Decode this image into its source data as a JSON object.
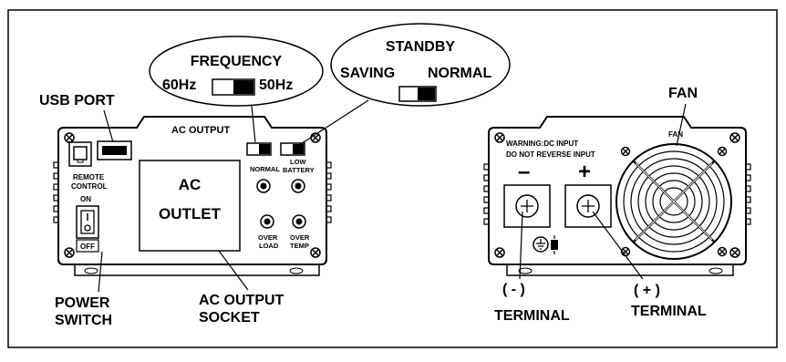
{
  "callouts": {
    "frequency": {
      "title": "FREQUENCY",
      "left": "60Hz",
      "right": "50Hz"
    },
    "standby": {
      "title": "STANDBY",
      "left": "SAVING",
      "right": "NORMAL"
    },
    "usb_port": "USB PORT",
    "fan": "FAN",
    "power_switch": [
      "POWER",
      "SWITCH"
    ],
    "ac_output_socket": [
      "AC OUTPUT",
      "SOCKET"
    ],
    "neg_terminal": [
      "( - )",
      "TERMINAL"
    ],
    "pos_terminal": [
      "( + )",
      "TERMINAL"
    ]
  },
  "front_panel": {
    "ac_output": "AC  OUTPUT",
    "remote_control": [
      "REMOTE",
      "CONTROL"
    ],
    "switch_on": "ON",
    "switch_off": "OFF",
    "outlet": [
      "AC",
      "OUTLET"
    ],
    "normal": "NORMAL",
    "low_battery": [
      "LOW",
      "BATTERY"
    ],
    "over_load": [
      "OVER",
      "LOAD"
    ],
    "over_temp": [
      "OVER",
      "TEMP"
    ]
  },
  "rear_panel": {
    "warning": [
      "WARNING:DC INPUT",
      "DO NOT REVERSE  INPUT"
    ],
    "minus": "–",
    "plus": "+",
    "fan_label": "FAN"
  }
}
